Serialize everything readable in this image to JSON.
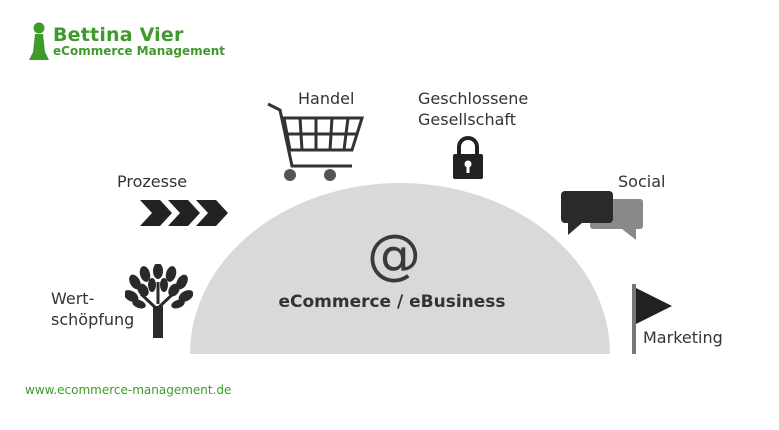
{
  "brand": {
    "name": "Bettina Vier",
    "tagline": "eCommerce Management",
    "color": "#3e9a2b"
  },
  "center": {
    "symbol": "@",
    "label": "eCommerce / eBusiness",
    "fill": "#d9d9d9"
  },
  "topics": {
    "handel": "Handel",
    "geschlossene": [
      "Geschlossene",
      "Gesellschaft"
    ],
    "prozesse": "Prozesse",
    "social": "Social",
    "wertschoepfung": [
      "Wert-",
      "schöpfung"
    ],
    "marketing": "Marketing"
  },
  "icons": {
    "handel": "shopping-cart-icon",
    "geschlossene": "padlock-icon",
    "prozesse": "chevron-arrows-icon",
    "social": "speech-bubbles-icon",
    "wertschoepfung": "tree-icon",
    "marketing": "flag-icon"
  },
  "footer": {
    "url": "www.ecommerce-management.de"
  }
}
